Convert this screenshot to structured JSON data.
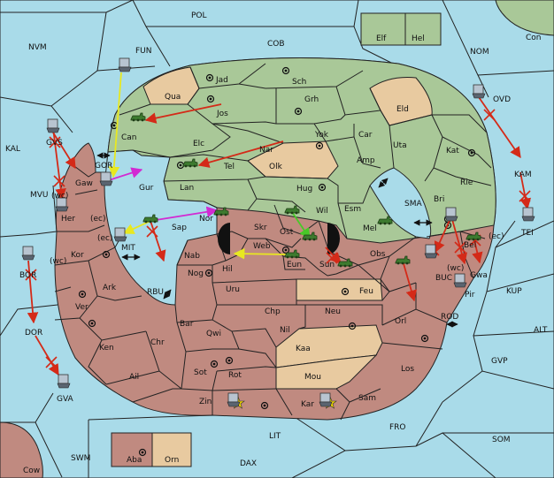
{
  "colors": {
    "sea": "#a9dbe9",
    "green_power": "#a9c898",
    "red_power": "#c08a80",
    "neutral": "#e8caa0",
    "order_red": "#d42a18",
    "order_yellow": "#e8e820",
    "order_magenta": "#d22ad2",
    "order_green": "#48c828"
  },
  "sea_labels": [
    "POL",
    "NVM",
    "FUN",
    "COB",
    "NOM",
    "Con",
    "OVD",
    "KAL",
    "MVU",
    "MIT",
    "RBU",
    "BOR",
    "DOR",
    "GVA",
    "SMA",
    "BUC",
    "KUP",
    "ROD",
    "ALT",
    "GVP",
    "FRO",
    "SOM",
    "LIT",
    "SWM",
    "DAX",
    "Cow"
  ],
  "green_provinces": [
    "Elf",
    "Hel",
    "Jad",
    "Sch",
    "Jos",
    "Can",
    "Grh",
    "Elc",
    "Yok",
    "Car",
    "Nar",
    "Tel",
    "Amp",
    "Uta",
    "Kat",
    "Lan",
    "Hug",
    "Rie",
    "Bri",
    "Esm",
    "Mel",
    "Skr",
    "Wil",
    "Ost"
  ],
  "red_provinces": [
    "Gaw",
    "Gur",
    "Her",
    "Kor",
    "Sap",
    "Nor",
    "Nab",
    "Web",
    "Ark",
    "Hil",
    "Eun",
    "Sun",
    "Obs",
    "Nog",
    "Uru",
    "Ver",
    "Chp",
    "Neu",
    "Orl",
    "Ken",
    "Bar",
    "Qwi",
    "Nil",
    "Chr",
    "Ail",
    "Sot",
    "Rot",
    "Los",
    "Zin",
    "Kar",
    "Sam",
    "Pir",
    "Gwa",
    "Bel",
    "Aba"
  ],
  "neutral_provinces": [
    "Qua",
    "Eld",
    "Olk",
    "Feu",
    "Kaa",
    "Mou",
    "Orn"
  ],
  "coast_labels": [
    "(wc)",
    "(ec)",
    "(ec)",
    "(wc)",
    "(wc)",
    "(ec)"
  ],
  "icon_names": [
    "army-icon",
    "fleet-icon",
    "supply-center-icon",
    "star-icon",
    "double-arrow-icon",
    "retreat-x-icon"
  ]
}
